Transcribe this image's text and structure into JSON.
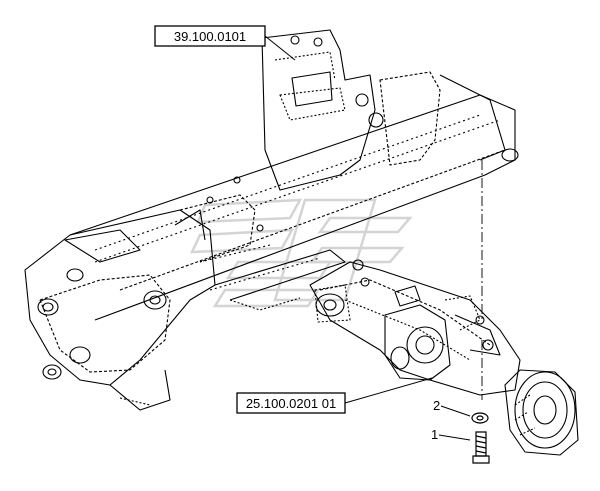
{
  "diagram": {
    "callouts": [
      {
        "id": "frame",
        "label": "39.100.0101"
      },
      {
        "id": "axle",
        "label": "25.100.0201 01"
      }
    ],
    "items": [
      {
        "id": "item2",
        "number": "2",
        "part": "washer"
      },
      {
        "id": "item1",
        "number": "1",
        "part": "bolt"
      }
    ],
    "colors": {
      "line": "#000000",
      "watermark": "#d8d8d8",
      "background": "#ffffff"
    },
    "icons": [
      "exploded-view-drawing",
      "watermark-logo"
    ]
  }
}
